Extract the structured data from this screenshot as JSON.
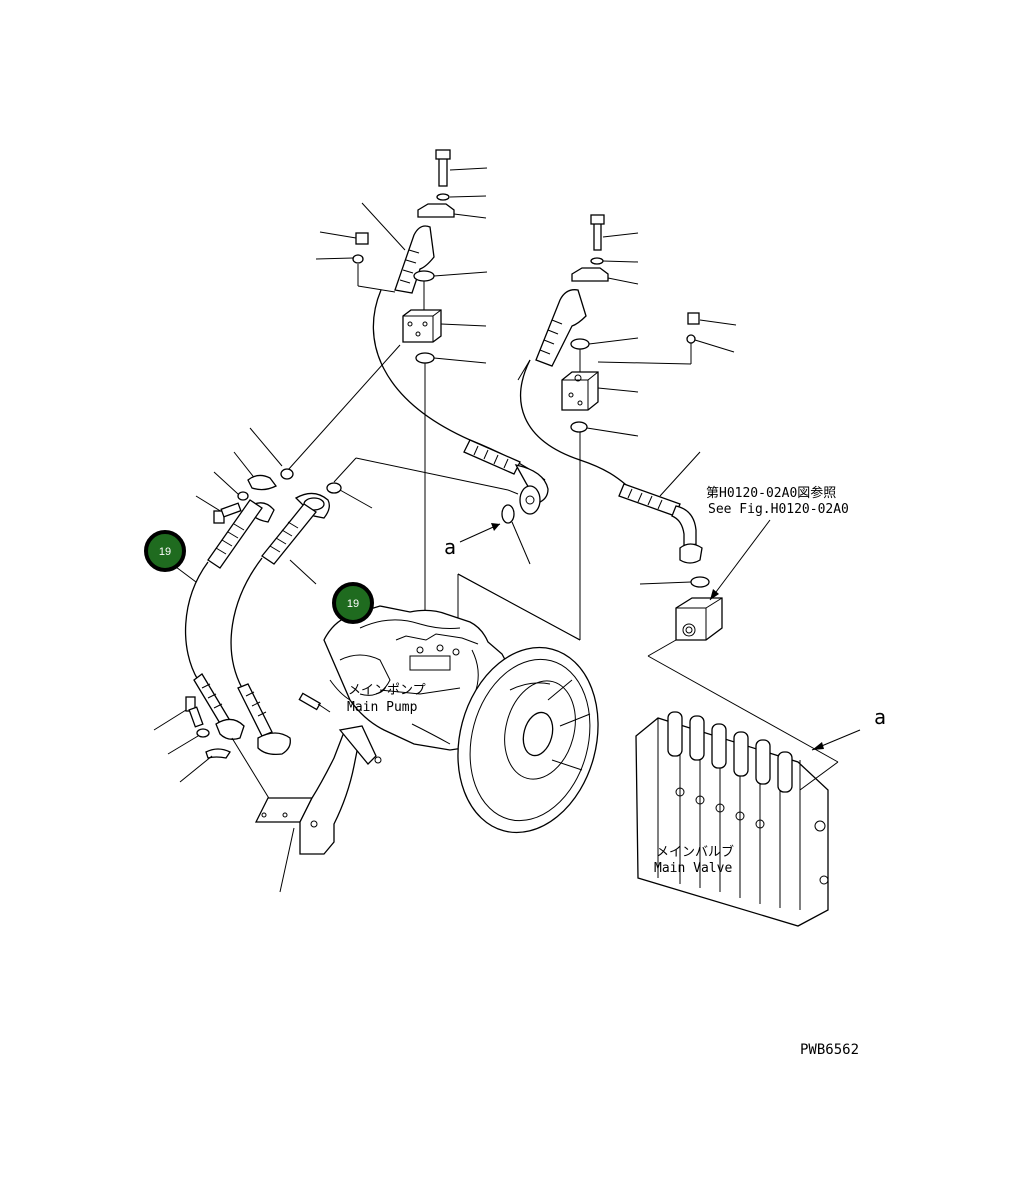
{
  "labels": {
    "main_pump_jp": "メインポンプ",
    "main_pump_en": "Main Pump",
    "main_valve_jp": "メインバルブ",
    "main_valve_en": "Main Valve",
    "see_fig_jp": "第H0120-02A0図参照",
    "see_fig_en": "See Fig.H0120-02A0",
    "ref_a_1": "a",
    "ref_a_2": "a",
    "drawing_code": "PWB6562"
  },
  "callouts": [
    {
      "label": "19",
      "color": "#1f6b1f"
    },
    {
      "label": "19",
      "color": "#1f6b1f"
    }
  ],
  "colors": {
    "line": "#000000",
    "background": "#ffffff",
    "callout_fill": "#1f6b1f",
    "callout_ring": "#000000"
  }
}
